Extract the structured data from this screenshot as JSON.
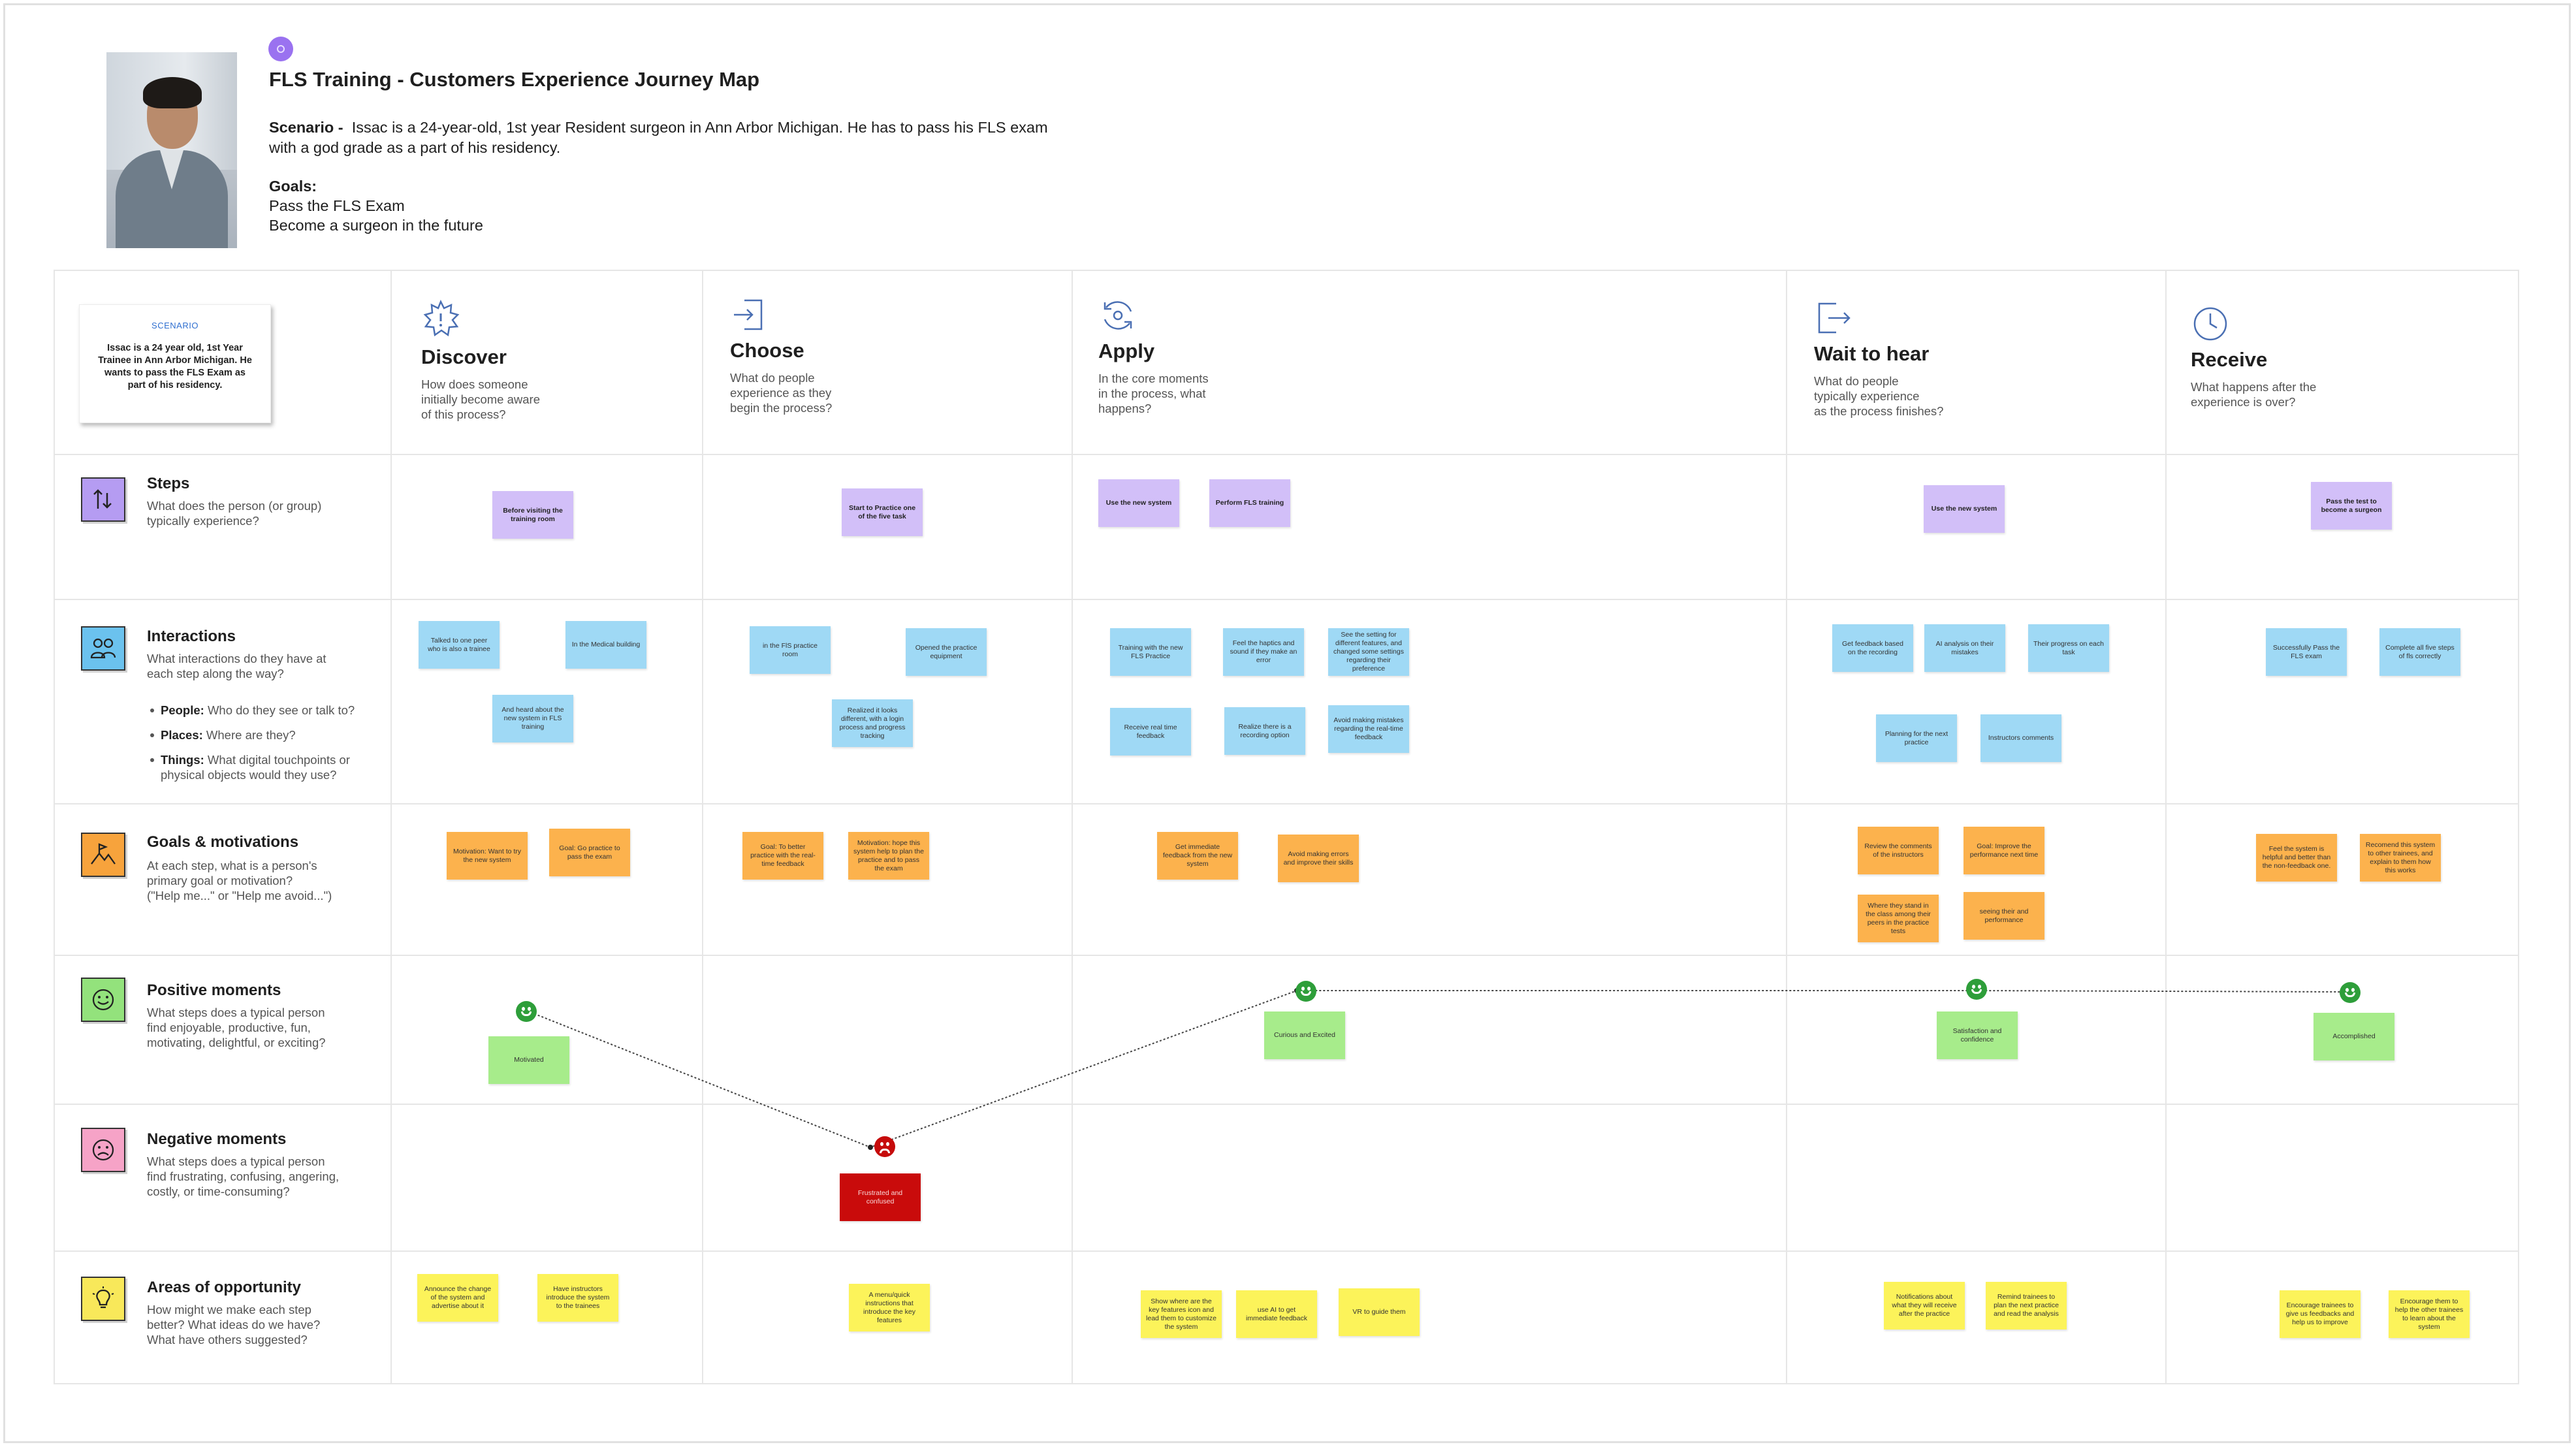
{
  "header": {
    "title": "FLS  Training - Customers Experience Journey Map",
    "scenario_label": "Scenario -",
    "scenario_line1": "Issac  is a 24-year-old, 1st year Resident surgeon in Ann Arbor Michigan. He has to pass his FLS exam",
    "scenario_line2": "with a god grade as a part of his residency.",
    "goals_label": "Goals:",
    "goal1": "Pass the FLS Exam",
    "goal2": "Become a surgeon in the future"
  },
  "scenario_card": {
    "label": "SCENARIO",
    "text": "Issac is a 24 year old, 1st Year Trainee in Ann Arbor Michigan. He wants to pass the FLS Exam as part of his residency."
  },
  "stages": [
    {
      "icon": "sparkle-alert-icon",
      "title": "Discover",
      "desc": [
        "How does someone",
        "initially become aware",
        "of this process?"
      ]
    },
    {
      "icon": "sign-in-icon",
      "title": "Choose",
      "desc": [
        "What do people",
        "experience as they",
        "begin the process?"
      ]
    },
    {
      "icon": "refresh-cycle-icon",
      "title": "Apply",
      "desc": [
        "In the core moments",
        "in the process, what",
        "happens?"
      ]
    },
    {
      "icon": "sign-out-icon",
      "title": "Wait to hear",
      "desc": [
        "What do people",
        "typically experience",
        "as the process finishes?"
      ]
    },
    {
      "icon": "clock-icon",
      "title": "Receive",
      "desc": [
        "What happens after the",
        "experience is over?"
      ]
    }
  ],
  "rows": {
    "steps": {
      "title": "Steps",
      "desc": [
        "What does the person (or group)",
        "typically experience?"
      ],
      "icon": "steps-icon",
      "color": "#b59cf2"
    },
    "interactions": {
      "title": "Interactions",
      "desc": [
        "What interactions do they have at",
        "each step along the way?"
      ],
      "bullets": [
        {
          "label": "People:",
          "text": " Who do they see or talk to?"
        },
        {
          "label": "Places:",
          "text": " Where are they?"
        },
        {
          "label": "Things:",
          "text": " What digital touchpoints or",
          "text2": "physical objects would they use?"
        }
      ],
      "icon": "people-interaction-icon",
      "color": "#6bc2ee"
    },
    "goals": {
      "title": "Goals & motivations",
      "desc": [
        "At each step, what is a person's",
        "primary goal or motivation?",
        "(\"Help me...\" or \"Help me avoid...\")"
      ],
      "icon": "flag-mountain-icon",
      "color": "#f7a33c"
    },
    "positive": {
      "title": "Positive moments",
      "desc": [
        "What steps does a typical person",
        "find enjoyable, productive, fun,",
        "motivating, delightful, or exciting?"
      ],
      "icon": "happy-face-icon",
      "color": "#93e27c"
    },
    "negative": {
      "title": "Negative moments",
      "desc": [
        "What steps does a typical person",
        "find frustrating, confusing, angering,",
        "costly, or time-consuming?"
      ],
      "icon": "sad-face-icon",
      "color": "#f6a3c7"
    },
    "opportunity": {
      "title": "Areas of opportunity",
      "desc": [
        "How might we make each step",
        "better? What ideas do we have?",
        "What have others suggested?"
      ],
      "icon": "lightbulb-icon",
      "color": "#f8e85a"
    }
  },
  "notes": {
    "steps": [
      "Before visiting the training room",
      "Start to Practice one of the five task",
      "Use the new system",
      "Perform FLS training",
      "Use the new system",
      "Pass the test to become a surgeon"
    ],
    "interactions": [
      "Talked to one peer who is also a trainee",
      "In the Medical building",
      "And heard about the new system in FLS training",
      "in the FlS practice room",
      "Opened the practice equipment",
      "Realized it looks different, with a login process and progress tracking",
      "Training with the new FLS Practice",
      "Feel the haptics and sound if they make an error",
      "See the setting for different features, and changed some settings regarding their preference",
      "Receive real time feedback",
      "Realize there is a recording option",
      "Avoid making mistakes regarding the real-time feedback",
      "Get feedback based on the recording",
      "AI analysis on their mistakes",
      "Their progress on each task",
      "Planning for the next practice",
      "Instructors comments",
      "Successfully Pass the FLS exam",
      "Complete all five steps of fls correctly"
    ],
    "goals": [
      "Motivation: Want to try the new system",
      "Goal: Go practice to pass the exam",
      "Goal: To better practice with the real-time feedback",
      "Motivation: hope this system help to plan the practice and to pass the exam",
      "Get immediate feedback from the new system",
      "Avoid making errors and improve their skills",
      "Review the comments of the instructors",
      "Goal: Improve the performance next time",
      "Where they stand in the class among their peers in the practice tests",
      "seeing their and performance",
      "Feel the system is helpful and better than the non-feedback one.",
      "Recomend this system to other trainees, and explain to them how this works"
    ],
    "positive": [
      "Motivated",
      "Curious and Excited",
      "Satisfaction and confidence",
      "Accomplished"
    ],
    "negative": [
      "Frustrated and confused"
    ],
    "opportunity": [
      "Announce the change of the system and advertise about it",
      "Have instructors introduce the system to the trainees",
      "A menu/quick instructions that introduce the key features",
      "Show where are the key features icon and lead them to customize the system",
      "use AI  to get immediate feedback",
      "VR to guide them",
      "Notifications about what they will receive after the practice",
      "Remind trainees to plan the next practice and read the analysis",
      "Encourage trainees to give us feedbacks and help us to improve",
      "Encourage them to help the other trainees to learn about the system"
    ]
  }
}
